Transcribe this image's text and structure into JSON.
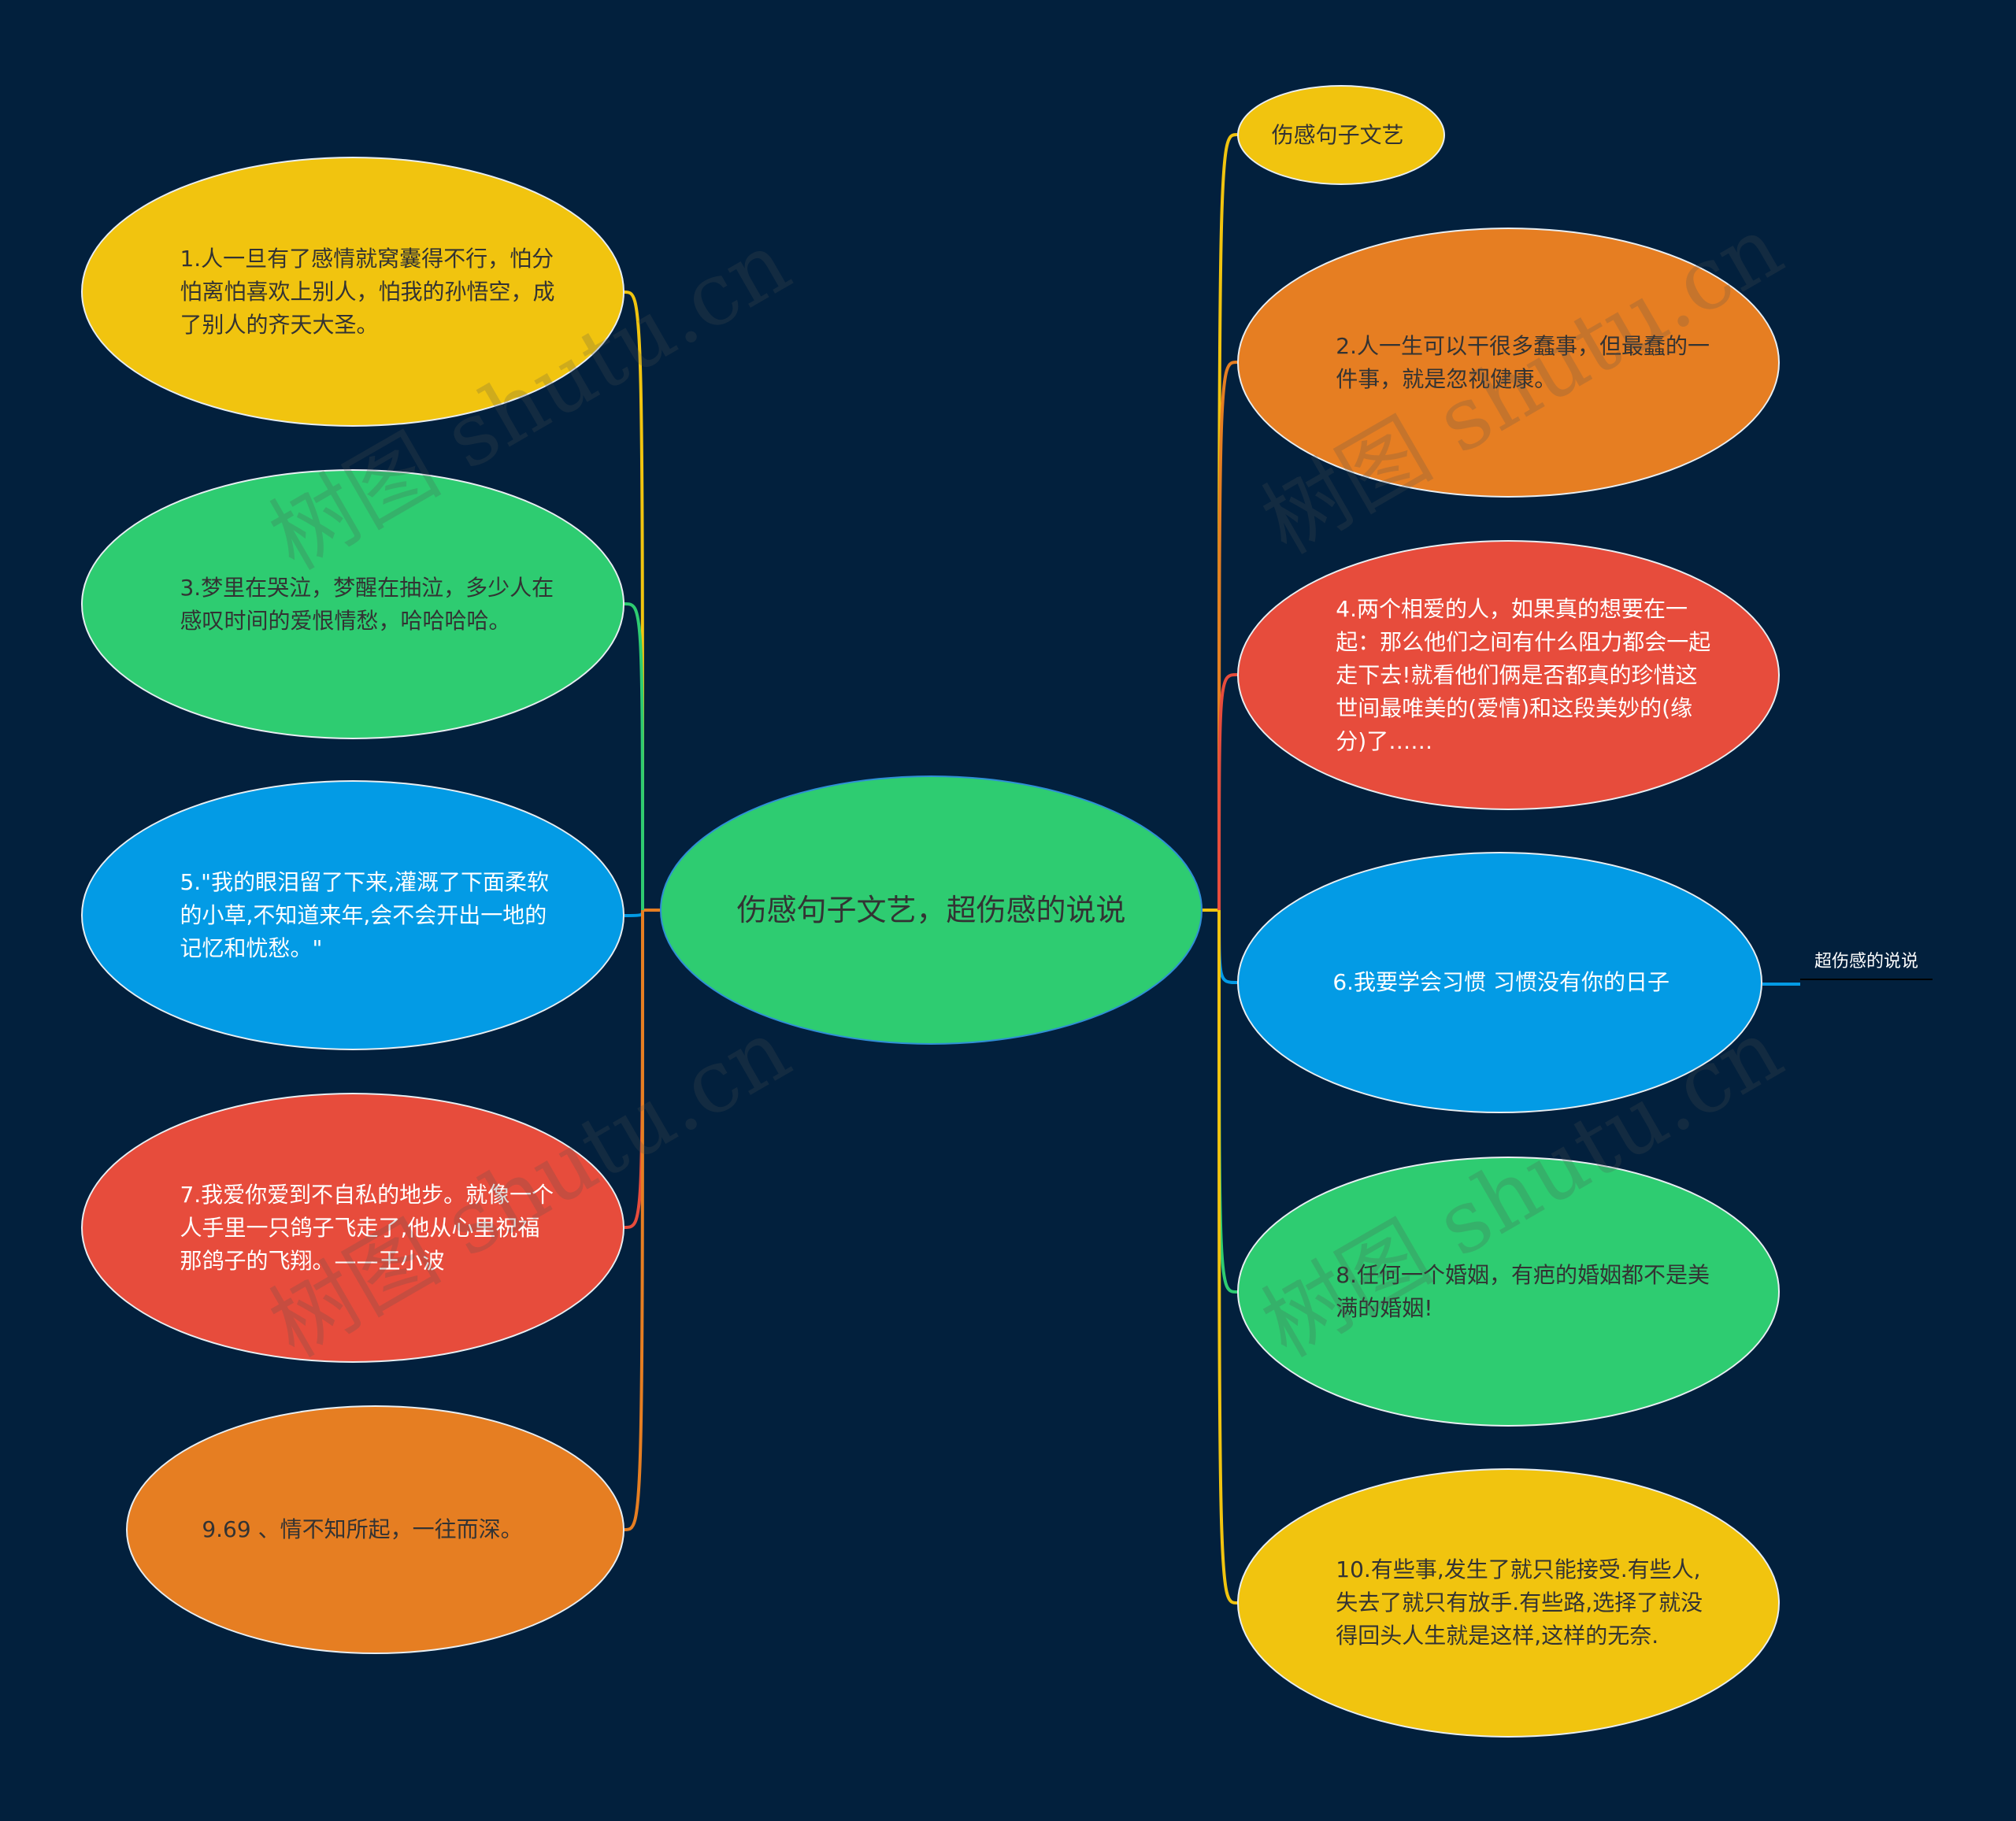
{
  "center": {
    "label": "伤感句子文艺，超伤感的说说"
  },
  "left_nodes": [
    {
      "label": "1.人一旦有了感情就窝囊得不行，怕分怕离怕喜欢上别人，怕我的孙悟空，成了别人的齐天大圣。",
      "color": "#f1c40f"
    },
    {
      "label": "3.梦里在哭泣，梦醒在抽泣，多少人在感叹时间的爱恨情愁，哈哈哈哈。",
      "color": "#2ecc71"
    },
    {
      "label": "5.\"我的眼泪留了下来,灌溉了下面柔软的小草,不知道来年,会不会开出一地的记忆和忧愁。\"",
      "color": "#039be5"
    },
    {
      "label": "7.我爱你爱到不自私的地步。就像一个人手里一只鸽子飞走了,他从心里祝福那鸽子的飞翔。——王小波",
      "color": "#e74c3c"
    },
    {
      "label": "9.69 、情不知所起，一往而深。",
      "color": "#e67e22"
    }
  ],
  "right_nodes": [
    {
      "label": "伤感句子文艺",
      "color": "#f1c40f"
    },
    {
      "label": "2.人一生可以干很多蠢事，但最蠢的一件事，就是忽视健康。",
      "color": "#e67e22"
    },
    {
      "label": "4.两个相爱的人，如果真的想要在一起：那么他们之间有什么阻力都会一起走下去!就看他们俩是否都真的珍惜这世间最唯美的(爱情)和这段美妙的(缘分)了……",
      "color": "#e74c3c"
    },
    {
      "label": "6.我要学会习惯 习惯没有你的日子",
      "color": "#039be5"
    },
    {
      "label": "8.任何一个婚姻，有疤的婚姻都不是美满的婚姻!",
      "color": "#2ecc71"
    },
    {
      "label": "10.有些事,发生了就只能接受.有些人, 失去了就只有放手.有些路,选择了就没得回头人生就是这样,这样的无奈.",
      "color": "#f1c40f"
    }
  ],
  "sub_node": {
    "label": "超伤感的说说"
  },
  "watermark": "树图 shutu.cn",
  "colors": {
    "background": "#02203d",
    "center": "#2ecc71"
  }
}
